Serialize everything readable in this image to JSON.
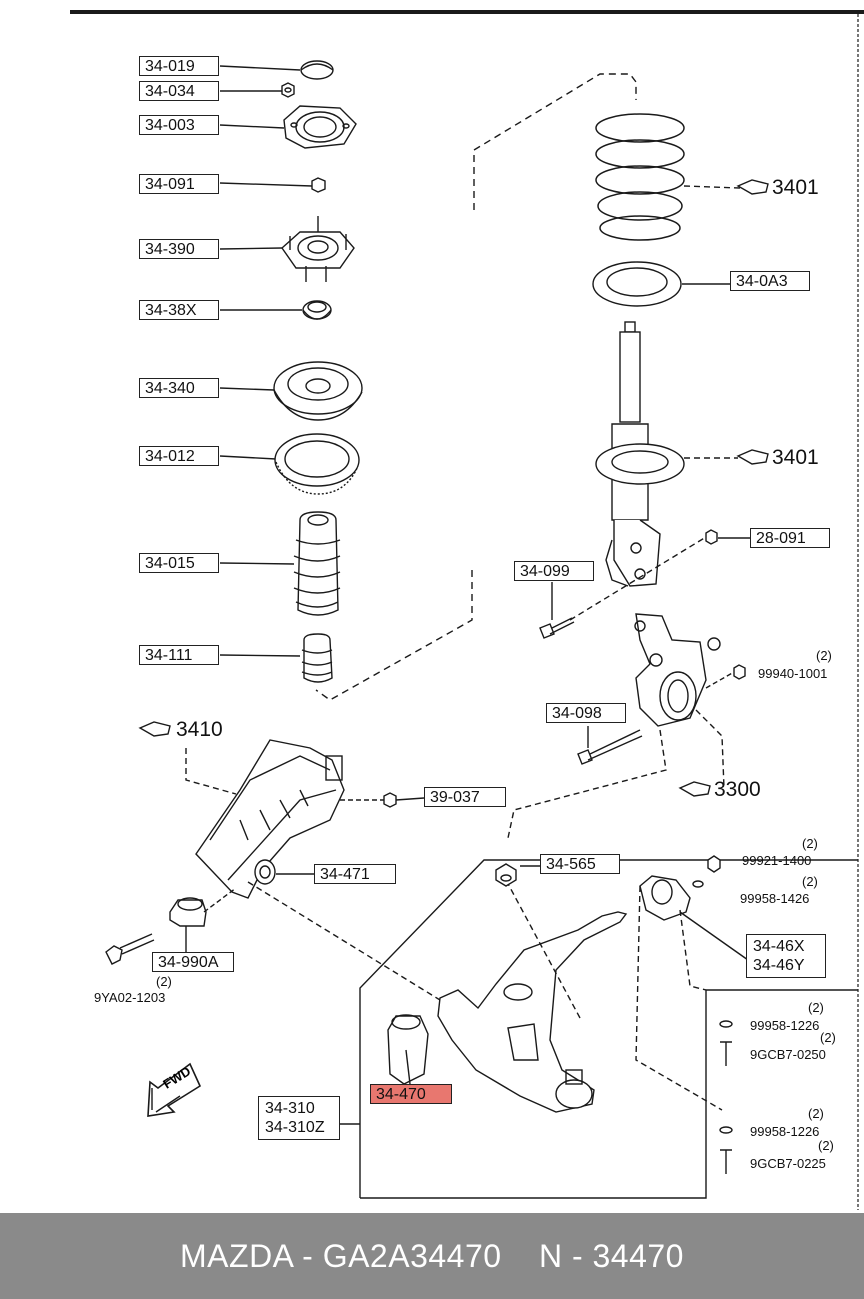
{
  "labels": {
    "l34019": "34-019",
    "l34034": "34-034",
    "l34003": "34-003",
    "l34091": "34-091",
    "l34390": "34-390",
    "l3438X": "34-38X",
    "l34340": "34-340",
    "l34012": "34-012",
    "l34015": "34-015",
    "l34111": "34-111",
    "l340A3": "34-0A3",
    "l28091": "28-091",
    "l34099": "34-099",
    "l34098": "34-098",
    "l39037": "39-037",
    "l34471": "34-471",
    "l34565": "34-565",
    "l34990A": "34-990A",
    "l34470": "34-470",
    "l34310": "34-310",
    "l34310Z": "34-310Z",
    "l3446X": "34-46X",
    "l3446Y": "34-46Y"
  },
  "refs": {
    "r3401a": "3401",
    "r3401b": "3401",
    "r3410": "3410",
    "r3300": "3300"
  },
  "small_parts": {
    "p99940": "99940-1001",
    "p99921": "99921-1400",
    "p99958a": "99958-1426",
    "p99958b": "99958-1226",
    "p9GCB7a": "9GCB7-0250",
    "p99958c": "99958-1226",
    "p9GCB7b": "9GCB7-0225",
    "p9YA02": "9YA02-1203"
  },
  "quantities": {
    "q1": "(2)",
    "q2": "(2)",
    "q3": "(2)",
    "q4": "(2)",
    "q5": "(2)",
    "q6": "(2)",
    "q7": "(2)",
    "q8": "(2)"
  },
  "fwd": "FWD",
  "footer": {
    "part_line": "MAZDA - GA2A34470",
    "ref_line": "N - 34470"
  },
  "colors": {
    "highlight": "#e8776f",
    "footer_bg": "#8a8a8a"
  }
}
